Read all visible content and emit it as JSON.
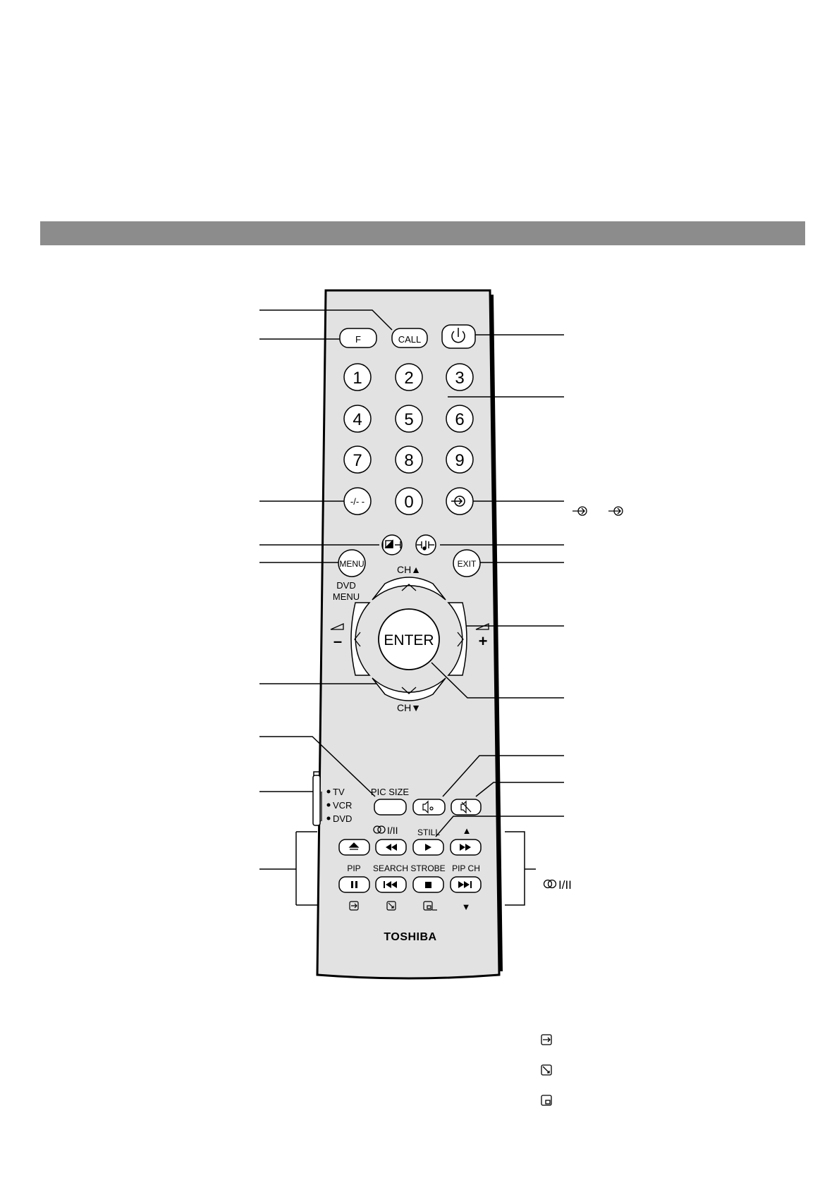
{
  "header_bar": {
    "color": "#8c8c8c"
  },
  "remote": {
    "body_color": "#e2e2e2",
    "button_color": "#ffffff",
    "outline_color": "#000000",
    "brand": "TOSHIBA",
    "top_buttons": {
      "f": "F",
      "call": "CALL",
      "power": "power-icon"
    },
    "number_keys": [
      "1",
      "2",
      "3",
      "4",
      "5",
      "6",
      "7",
      "8",
      "9",
      "-/- -",
      "0"
    ],
    "input_select": "input-select-icon",
    "mode_buttons": {
      "picture": "picture-mode-icon",
      "sound": "sound-mode-icon"
    },
    "menu": {
      "menu": "MENU",
      "exit": "EXIT",
      "dvd_menu_line1": "DVD",
      "dvd_menu_line2": "MENU"
    },
    "navigation": {
      "ch_up": "CH▲",
      "ch_down": "CH▼",
      "enter": "ENTER",
      "vol_minus": "–",
      "vol_plus": "+"
    },
    "lower": {
      "pic_size": "PIC SIZE",
      "stereo_label": "I/II",
      "still": "STILL",
      "up_triangle": "▲",
      "down_triangle": "▼"
    },
    "switch": {
      "tv": "TV",
      "vcr": "VCR",
      "dvd": "DVD"
    },
    "transport_labels": {
      "pip": "PIP",
      "search": "SEARCH",
      "strobe": "STROBE",
      "pip_ch": "PIP CH"
    }
  },
  "annotations": {
    "stereo_label": "I/II"
  }
}
